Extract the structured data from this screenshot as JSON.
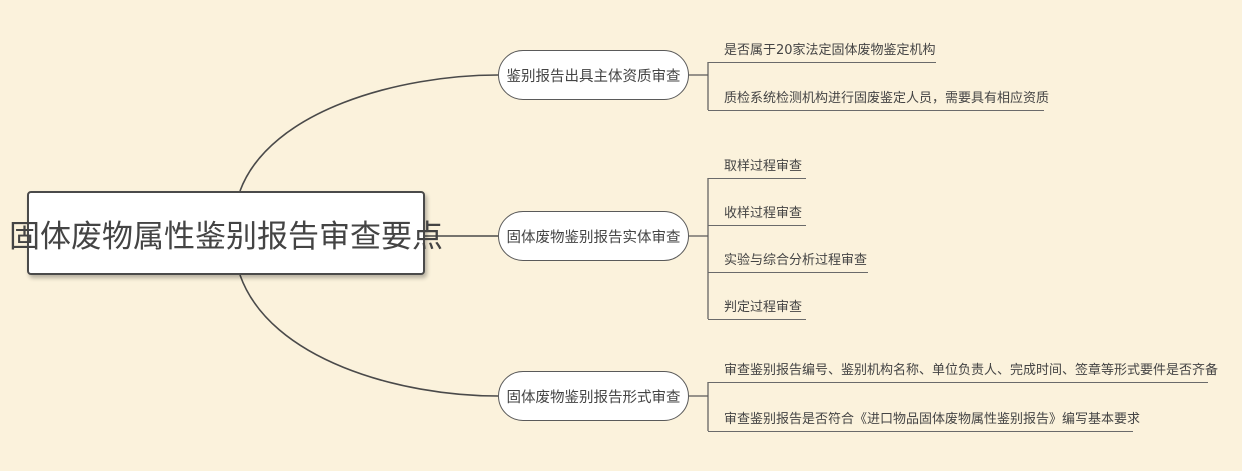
{
  "root": {
    "label": "固体废物属性鉴别报告审查要点"
  },
  "branches": [
    {
      "label": "鉴别报告出具主体资质审查",
      "items": [
        "是否属于20家法定固体废物鉴定机构",
        "质检系统检测机构进行固废鉴定人员，需要具有相应资质"
      ]
    },
    {
      "label": "固体废物鉴别报告实体审查",
      "items": [
        "取样过程审查",
        "收样过程审查",
        "实验与综合分析过程审查",
        "判定过程审查"
      ]
    },
    {
      "label": "固体废物鉴别报告形式审查",
      "items": [
        "审查鉴别报告编号、鉴别机构名称、单位负责人、完成时间、签章等形式要件是否齐备",
        "审查鉴别报告是否符合《进口物品固体废物属性鉴别报告》编写基本要求"
      ]
    }
  ],
  "colors": {
    "background": "#fbf2dc",
    "line": "#4a4a4a",
    "text": "#444444"
  }
}
